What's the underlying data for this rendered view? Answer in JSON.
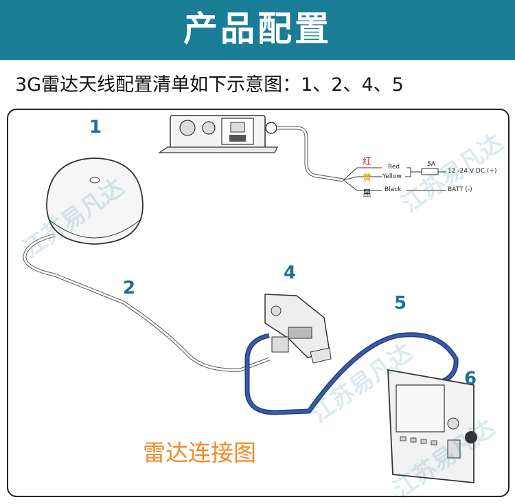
{
  "header": {
    "title": "产品配置",
    "bg_color": "#1a7d96"
  },
  "subtitle": "3G雷达天线配置清单如下示意图：1、2、4、5",
  "diagram": {
    "callouts": [
      "1",
      "2",
      "4",
      "5",
      "6"
    ],
    "wiring": {
      "red_cn": "红",
      "red_en": "Red",
      "yellow_cn": "黄",
      "yellow_en": "Yellow",
      "black_cn": "黑",
      "black_en": "Black",
      "fuse": "5A",
      "power": "12 -24 V DC (+)",
      "battery": "BATT (-)"
    },
    "caption": "雷达连接图",
    "watermark": "江苏易凡达"
  },
  "colors": {
    "callout": "#1d6e9c",
    "cable_blue": "#3a5aa8",
    "caption": "#f28a2a"
  }
}
